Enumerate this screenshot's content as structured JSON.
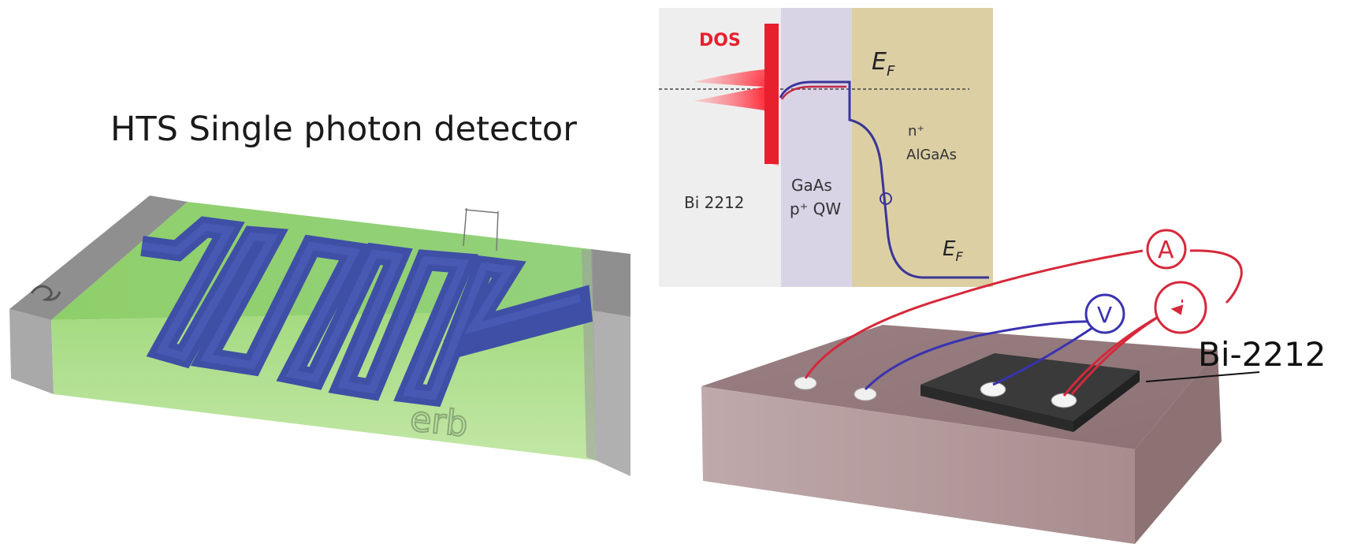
{
  "detector": {
    "title": "HTS Single photon detector",
    "engraving": "erb"
  },
  "band_diagram": {
    "dos_label": "DOS",
    "fermi_label_top": "E",
    "fermi_sub_top": "F",
    "fermi_label_bottom": "E",
    "fermi_sub_bottom": "F",
    "left_region": "Bi 2212",
    "middle_region_line1": "GaAs",
    "middle_region_line2": "p⁺ QW",
    "right_region_line1": "n⁺",
    "right_region_line2": "AlGaAs",
    "colors": {
      "left_bg": "#efeeee",
      "middle_bg": "#d9d3e6",
      "right_bg": "#dccfa4",
      "dos": "#e8202e",
      "band": "#3a3596"
    }
  },
  "measurement": {
    "ammeter_symbol": "A",
    "voltmeter_symbol": "V",
    "sample_label": "Bi-2212",
    "colors": {
      "current_wire": "#d6283a",
      "voltage_wire": "#3a32b0",
      "substrate": "#a88c8e",
      "sample": "#3a3a3a"
    }
  }
}
